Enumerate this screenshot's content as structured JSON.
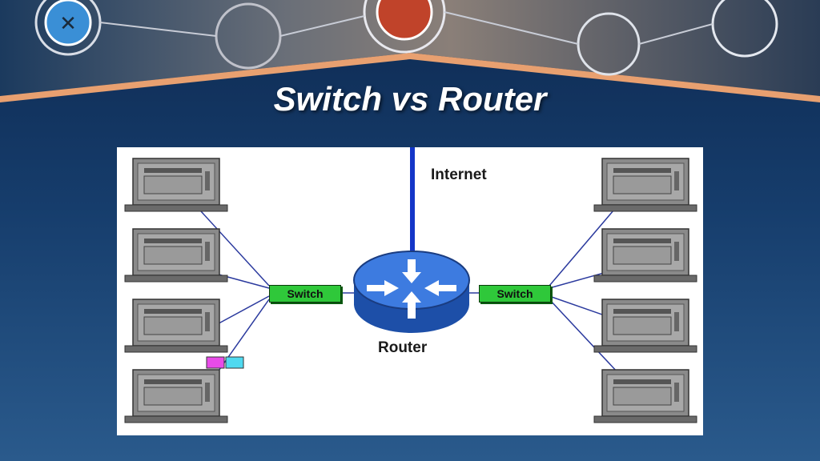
{
  "slide": {
    "title": "Switch vs Router"
  },
  "diagram": {
    "internet_label": "Internet",
    "router_label": "Router",
    "left_switch_label": "Switch",
    "right_switch_label": "Switch"
  },
  "colors": {
    "slide_bg": "#163d6c",
    "switch_green": "#2fc83a",
    "router_blue": "#3d7be0",
    "link_line": "#2b3a9e",
    "internet_line": "#1436c8",
    "packet_magenta": "#e84be8",
    "packet_cyan": "#4fd9f0"
  }
}
